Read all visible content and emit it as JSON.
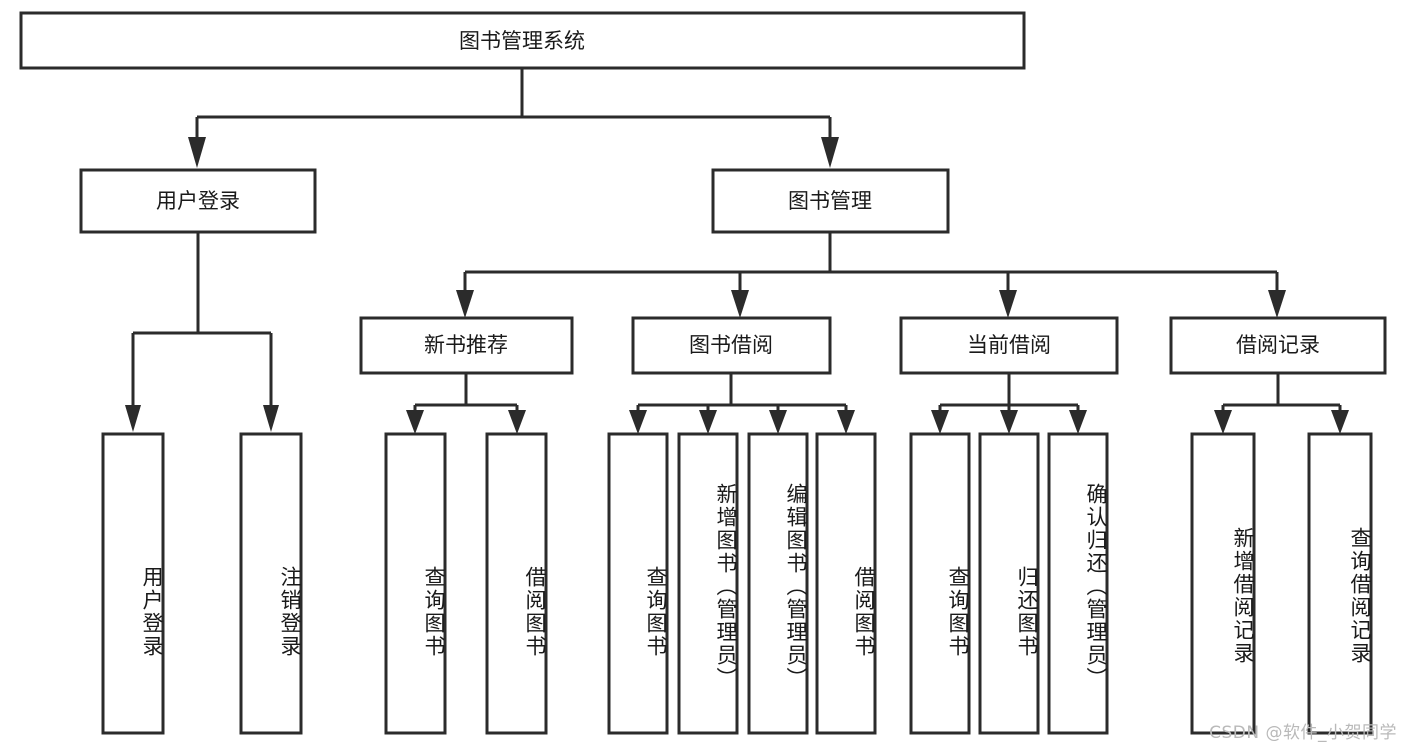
{
  "diagram": {
    "title": "图书管理系统",
    "root": {
      "id": "root",
      "label": "图书管理系统"
    },
    "level1": [
      {
        "id": "login",
        "label": "用户登录"
      },
      {
        "id": "bookmgmt",
        "label": "图书管理"
      }
    ],
    "level2": [
      {
        "id": "newbook",
        "label": "新书推荐",
        "parent": "bookmgmt"
      },
      {
        "id": "borrow",
        "label": "图书借阅",
        "parent": "bookmgmt"
      },
      {
        "id": "current",
        "label": "当前借阅",
        "parent": "bookmgmt"
      },
      {
        "id": "records",
        "label": "借阅记录",
        "parent": "bookmgmt"
      }
    ],
    "leaves": {
      "login": [
        {
          "id": "leaf-user-login",
          "label": "用户登录"
        },
        {
          "id": "leaf-user-logout",
          "label": "注销登录"
        }
      ],
      "newbook": [
        {
          "id": "leaf-query-book-1",
          "label": "查询图书"
        },
        {
          "id": "leaf-borrow-book-1",
          "label": "借阅图书"
        }
      ],
      "borrow": [
        {
          "id": "leaf-query-book-2",
          "label": "查询图书"
        },
        {
          "id": "leaf-add-book",
          "label": "新增图书（管理员）"
        },
        {
          "id": "leaf-edit-book",
          "label": "编辑图书（管理员）"
        },
        {
          "id": "leaf-borrow-book-2",
          "label": "借阅图书"
        }
      ],
      "current": [
        {
          "id": "leaf-query-book-3",
          "label": "查询图书"
        },
        {
          "id": "leaf-return-book",
          "label": "归还图书"
        },
        {
          "id": "leaf-confirm-return",
          "label": "确认归还（管理员）"
        }
      ],
      "records": [
        {
          "id": "leaf-add-record",
          "label": "新增借阅记录"
        },
        {
          "id": "leaf-query-record",
          "label": "查询借阅记录"
        }
      ]
    },
    "colors": {
      "stroke": "#2b2b2b",
      "fill": "#ffffff",
      "text": "#1a1a1a",
      "watermark": "#b9b9b9"
    }
  },
  "watermark": {
    "text": "CSDN @软件_小贺同学"
  }
}
